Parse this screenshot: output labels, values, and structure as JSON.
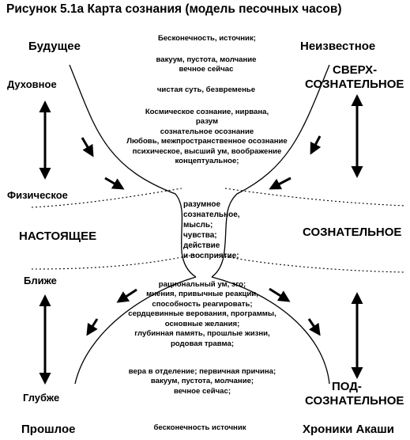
{
  "title": "Рисунок 5.1а  Карта сознания (модель песочных часов)",
  "left_labels": {
    "future": "Будущее",
    "spiritual": "Духовное",
    "physical": "Физическое",
    "present": "НАСТОЯЩЕЕ",
    "closer": "Ближе",
    "deeper": "Глубже",
    "past": "Прошлое"
  },
  "right_labels": {
    "unknown": "Неизвестное",
    "super_1": "СВЕРХ-",
    "super_2": "СОЗНАТЕЛЬНОЕ",
    "conscious": "СОЗНАТЕЛЬНОЕ",
    "sub_1": "ПОД-",
    "sub_2": "СОЗНАТЕЛЬНОЕ",
    "akashic": "Хроники Акаши"
  },
  "upper": {
    "g1": [
      "Бесконечность, источник;"
    ],
    "g2": [
      "вакуум, пустота, молчание",
      "вечное сейчас"
    ],
    "g3": [
      "чистая суть, безвременье"
    ],
    "g4": [
      "Космическое сознание, нирвана,",
      "разум",
      "сознательное осознание",
      "Любовь, межпространственное осознание",
      "психическое, высший ум,  воображение",
      "концептуальное;"
    ]
  },
  "middle": [
    "разумное",
    "сознательное,",
    "мысль;",
    "чувства;",
    "действие",
    "и восприятие;"
  ],
  "lower": {
    "g1": [
      "рациональный ум, эго;",
      "мнения, привычные реакции,",
      "способность реагировать;",
      "сердцевинные верования, программы,",
      "основные желания;",
      "глубинная память, прошлые жизни,",
      "родовая травма;"
    ],
    "g2": [
      "вера в отделение; первичная причина;",
      "вакуум, пустота, молчание;",
      "вечное сейчас;"
    ],
    "g3": [
      "бесконечность  источник"
    ]
  },
  "colors": {
    "ink": "#000000",
    "background": "#ffffff"
  },
  "icons": [
    "double-arrow-icon",
    "arrow-icon"
  ]
}
